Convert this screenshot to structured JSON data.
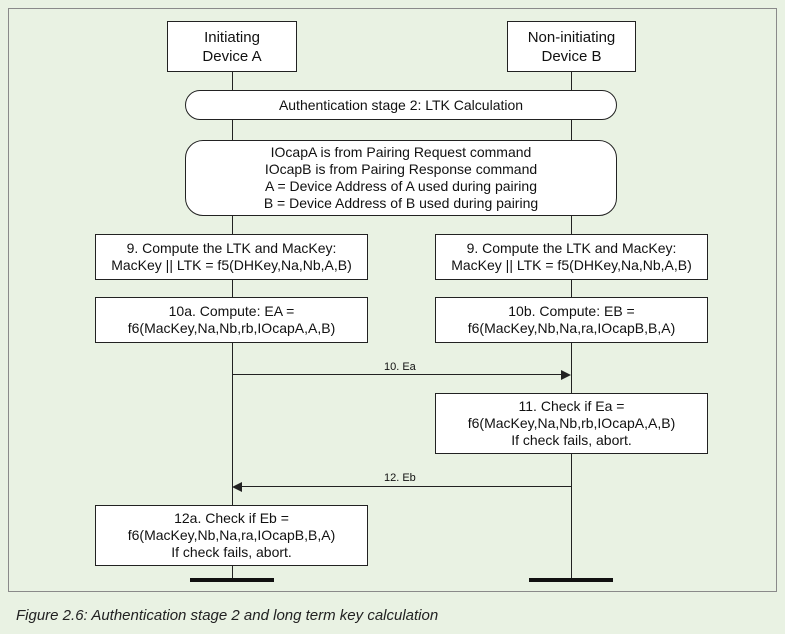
{
  "devices": {
    "a_line1": "Initiating",
    "a_line2": "Device A",
    "b_line1": "Non-initiating",
    "b_line2": "Device B"
  },
  "stage_banner": "Authentication stage 2:  LTK Calculation",
  "info_box": {
    "lines": [
      "IOcapA is from Pairing Request command",
      "IOcapB is from Pairing Response command",
      "A = Device Address of A used during pairing",
      "B = Device Address of B used during pairing"
    ]
  },
  "step9a": {
    "line1": "9.  Compute the LTK and MacKey:",
    "line2": "MacKey || LTK = f5(DHKey,Na,Nb,A,B)"
  },
  "step9b": {
    "line1": "9.  Compute the LTK and MacKey:",
    "line2": "MacKey || LTK = f5(DHKey,Na,Nb,A,B)"
  },
  "step10a": {
    "line1": "10a.  Compute:  EA =",
    "line2": "f6(MacKey,Na,Nb,rb,IOcapA,A,B)"
  },
  "step10b": {
    "line1": "10b.  Compute:  EB =",
    "line2": "f6(MacKey,Nb,Na,ra,IOcapB,B,A)"
  },
  "msg10": "10.  Ea",
  "step11": {
    "line1": "11.  Check if Ea =",
    "line2": "f6(MacKey,Na,Nb,rb,IOcapA,A,B)",
    "line3": "If check fails, abort."
  },
  "msg12": "12.  Eb",
  "step12a": {
    "line1": "12a.  Check if Eb =",
    "line2": "f6(MacKey,Nb,Na,ra,IOcapB,B,A)",
    "line3": "If check fails, abort."
  },
  "caption": "Figure 2.6: Authentication stage 2 and long term key calculation"
}
